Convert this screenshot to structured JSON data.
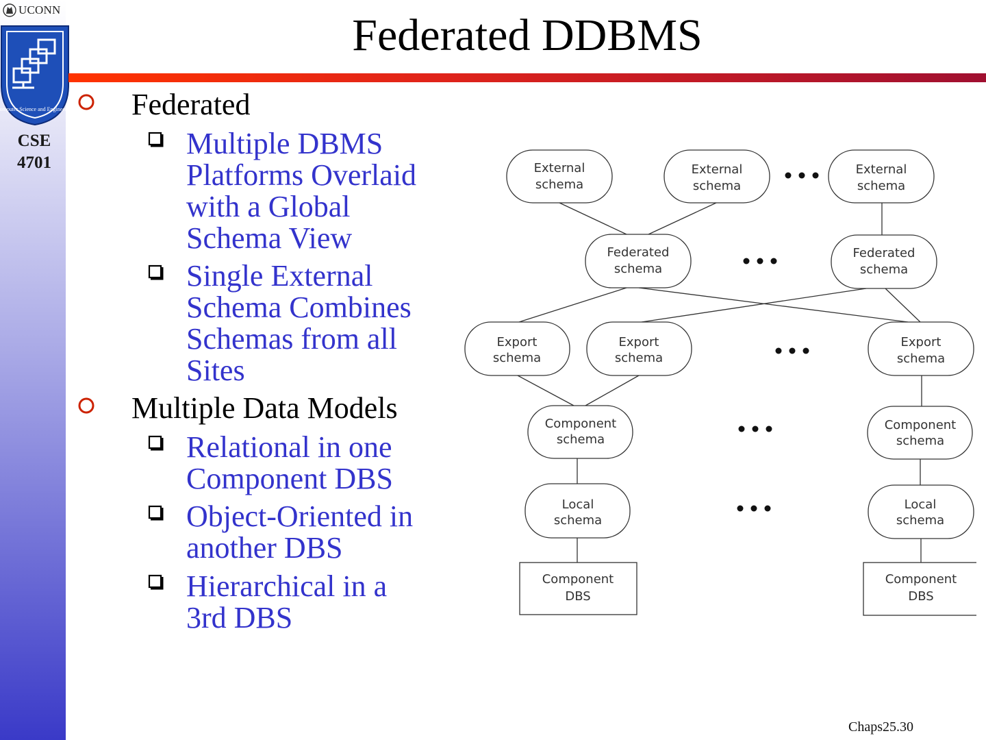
{
  "brand": {
    "university": "UCONN",
    "course_code_line1": "CSE",
    "course_code_line2": "4701"
  },
  "slide": {
    "title": "Federated DDBMS",
    "footer": "Chaps25.30"
  },
  "bullets": [
    {
      "text": "Federated",
      "subs": [
        [
          "Multiple DBMS",
          "Platforms Overlaid",
          "with a Global",
          "Schema View"
        ],
        [
          "Single External",
          "Schema Combines",
          "Schemas from all",
          "Sites"
        ]
      ]
    },
    {
      "text": "Multiple Data Models",
      "subs": [
        [
          "Relational in one",
          "Component DBS"
        ],
        [
          "Object-Oriented in",
          "another DBS"
        ],
        [
          "Hierarchical in a",
          "3rd DBS"
        ]
      ]
    }
  ],
  "diagram": {
    "external": [
      "External",
      "schema"
    ],
    "federated": [
      "Federated",
      "schema"
    ],
    "export": [
      "Export",
      "schema"
    ],
    "component_schema": [
      "Component",
      "schema"
    ],
    "local": [
      "Local",
      "schema"
    ],
    "component_dbs": [
      "Component",
      "DBS"
    ]
  },
  "colors": {
    "bullet_text": "#000000",
    "sub_bullet_text": "#3333cc",
    "title_bar_start": "#ff3300",
    "title_bar_end": "#a01030"
  }
}
